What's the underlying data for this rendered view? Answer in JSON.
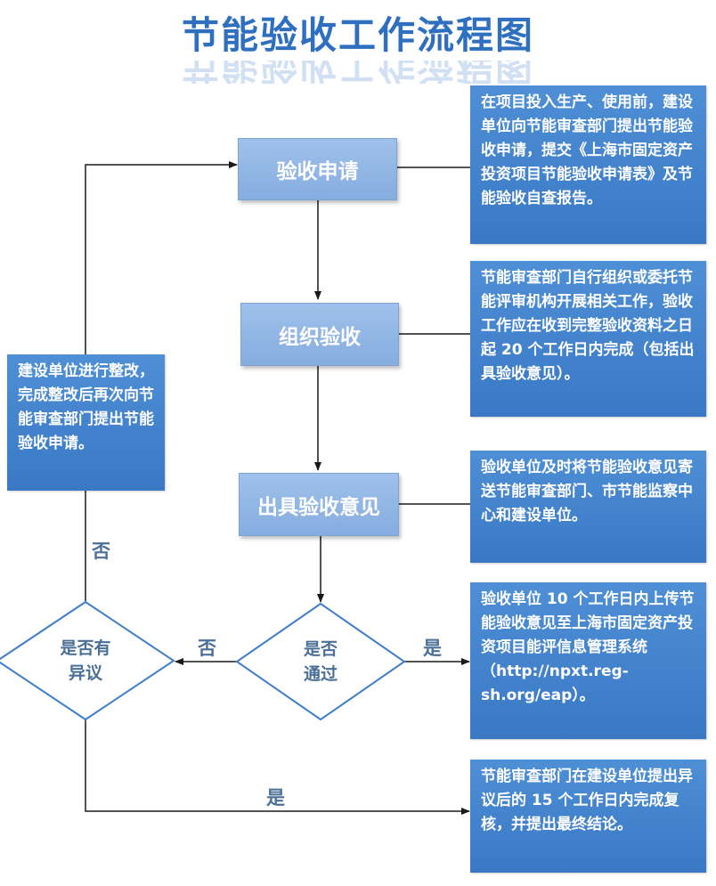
{
  "title": "节能验收工作流程图",
  "steps": {
    "apply": "验收申请",
    "organize": "组织验收",
    "opinion": "出具验收意见"
  },
  "decisions": {
    "pass_line1": "是否",
    "pass_line2": "通过",
    "objection_line1": "是否有",
    "objection_line2": "异议"
  },
  "labels": {
    "no_left": "否",
    "no_vertical": "否",
    "yes_right": "是",
    "yes_bottom": "是"
  },
  "notes": {
    "apply": "在项目投入生产、使用前，建设单位向节能审查部门提出节能验收申请，提交《上海市固定资产投资项目节能验收申请表》及节能验收自查报告。",
    "organize": "节能审查部门自行组织或委托节能评审机构开展相关工作，验收工作应在收到完整验收资料之日起 20 个工作日内完成（包括出具验收意见）。",
    "opinion": "验收单位及时将节能验收意见寄送节能审查部门、市节能监察中心和建设单位。",
    "upload": "验收单位 10 个工作日内上传节能验收意见至上海市固定资产投资项目能评信息管理系统（http://npxt.reg-sh.org/eap）。",
    "review": "节能审查部门在建设单位提出异议后的 15 个工作日内完成复核，并提出最终结论。",
    "rectify": "建设单位进行整改，完成整改后再次向节能审查部门提出节能验收申请。"
  },
  "colors": {
    "title": "#2e6fc0",
    "process_box": "#93b7e6",
    "note_box": "#3f7ec9",
    "connector": "#1a1a1a",
    "decision_border": "#3f7ec9"
  }
}
